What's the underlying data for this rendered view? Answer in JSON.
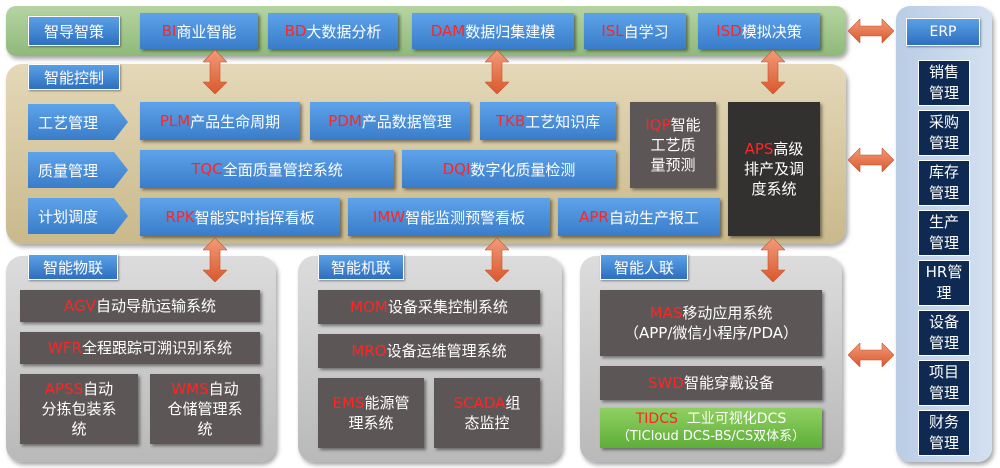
{
  "layers": {
    "decision": {
      "label": "智导智策",
      "items": [
        {
          "code": "BI",
          "text": "商业智能"
        },
        {
          "code": "BD",
          "text": "大数据分析"
        },
        {
          "code": "DAM",
          "text": "数据归集建模"
        },
        {
          "code": "ISL",
          "text": "自学习"
        },
        {
          "code": "ISD",
          "text": "模拟决策"
        }
      ]
    },
    "control": {
      "label": "智能控制",
      "rows": [
        {
          "label": "工艺管理",
          "items": [
            {
              "code": "PLM",
              "text": "产品生命周期"
            },
            {
              "code": "PDM",
              "text": "产品数据管理"
            },
            {
              "code": "TKB",
              "text": "工艺知识库"
            }
          ]
        },
        {
          "label": "质量管理",
          "items": [
            {
              "code": "TQC",
              "text": "全面质量管控系统"
            },
            {
              "code": "DQI",
              "text": "数字化质量检测"
            }
          ]
        },
        {
          "label": "计划调度",
          "items": [
            {
              "code": "RPK",
              "text": "智能实时指挥看板"
            },
            {
              "code": "IMW",
              "text": "智能监测预警看板"
            },
            {
              "code": "APR",
              "text": "自动生产报工"
            }
          ]
        }
      ],
      "iqp": {
        "code": "IQP",
        "line1": "智能",
        "line2": "工艺质",
        "line3": "量预测"
      },
      "aps": {
        "code": "APS",
        "line1": "高级",
        "line2": "排产及调",
        "line3": "度系统"
      }
    },
    "iot": {
      "label": "智能物联",
      "items": [
        {
          "code": "AGV",
          "text": "自动导航运输系统"
        },
        {
          "code": "WFR",
          "text": "全程跟踪可溯识别系统"
        }
      ],
      "apss": {
        "code": "APSS",
        "line1": "自动",
        "line2": "分拣包装系",
        "line3": "统"
      },
      "wms": {
        "code": "WMS",
        "line1": "自动",
        "line2": "仓储管理系",
        "line3": "统"
      }
    },
    "machine": {
      "label": "智能机联",
      "items": [
        {
          "code": "MOM",
          "text": "设备采集控制系统"
        },
        {
          "code": "MRO",
          "text": "设备运维管理系统"
        }
      ],
      "ems": {
        "code": "EMS",
        "line1": "能源管",
        "line2": "理系统"
      },
      "scada": {
        "code": "SCADA",
        "line1": "组",
        "line2": "态监控"
      }
    },
    "human": {
      "label": "智能人联",
      "mas": {
        "code": "MAS",
        "line1": "移动应用系统",
        "line2": "（APP/微信小程序/PDA）"
      },
      "swd": {
        "code": "SWD",
        "text": "智能穿戴设备"
      },
      "tidcs": {
        "code": "TIDCS",
        "line1": "工业可视化DCS",
        "line2": "（TICloud DCS-BS/CS双体系）"
      }
    }
  },
  "erp": {
    "label": "ERP",
    "items": [
      {
        "l1": "销售",
        "l2": "管理"
      },
      {
        "l1": "采购",
        "l2": "管理"
      },
      {
        "l1": "库存",
        "l2": "管理"
      },
      {
        "l1": "生产",
        "l2": "管理"
      },
      {
        "l1": "HR管",
        "l2": "理"
      },
      {
        "l1": "设备",
        "l2": "管理"
      },
      {
        "l1": "项目",
        "l2": "管理"
      },
      {
        "l1": "财务",
        "l2": "管理"
      }
    ]
  },
  "colors": {
    "code_red": "#ff2525",
    "blue": "#3a7cc9",
    "dark_grey": "#5d5656",
    "green": "#7fc24e",
    "navy": "#0f2a52"
  }
}
